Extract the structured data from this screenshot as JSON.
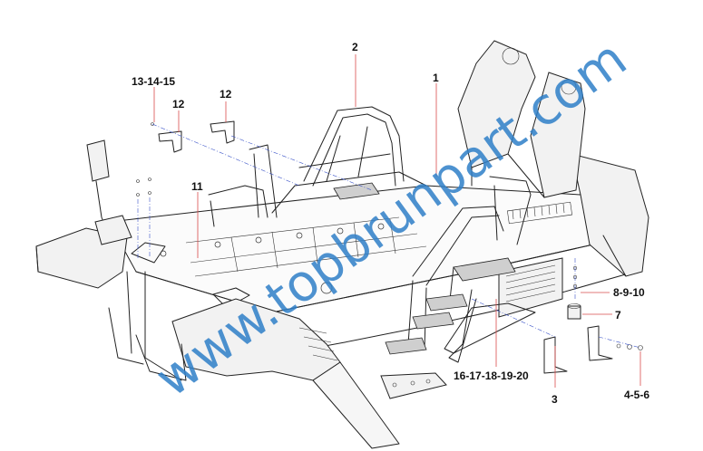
{
  "diagram": {
    "callouts": [
      {
        "id": "c1",
        "text": "1"
      },
      {
        "id": "c2",
        "text": "2"
      },
      {
        "id": "c3",
        "text": "3"
      },
      {
        "id": "c456",
        "text": "4-5-6"
      },
      {
        "id": "c7",
        "text": "7"
      },
      {
        "id": "c8910",
        "text": "8-9-10"
      },
      {
        "id": "c11",
        "text": "11"
      },
      {
        "id": "c12a",
        "text": "12"
      },
      {
        "id": "c12b",
        "text": "12"
      },
      {
        "id": "c131415",
        "text": "13-14-15"
      },
      {
        "id": "c1620",
        "text": "16-17-18-19-20"
      }
    ],
    "watermark": "www.topbrunpart.com",
    "colors": {
      "watermark": "#2f7fc8",
      "leader": "#d94c4c",
      "centerline": "#3a53c8"
    }
  }
}
